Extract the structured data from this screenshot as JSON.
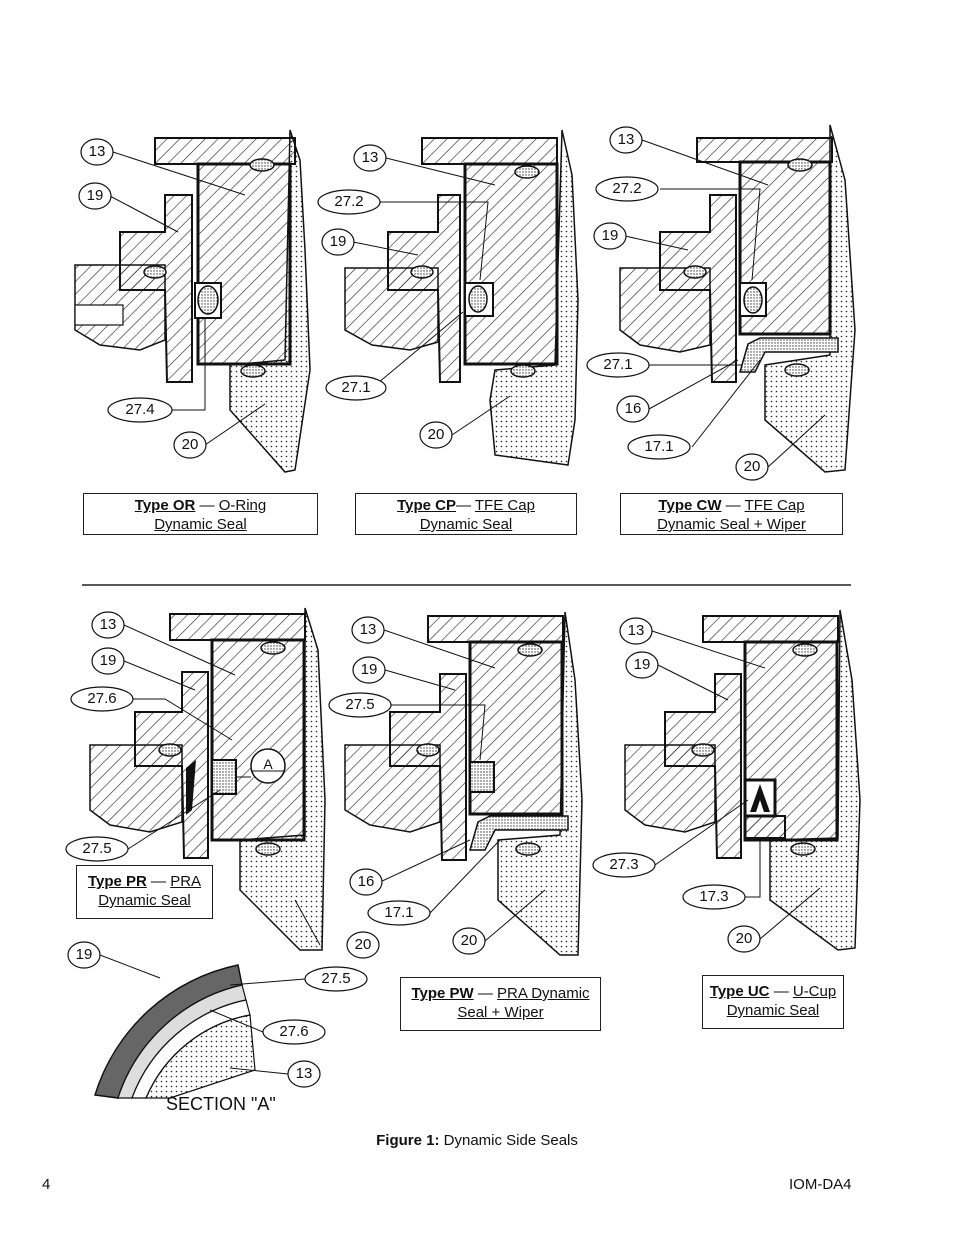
{
  "figure": {
    "label": "Figure 1:",
    "title": "Dynamic Side Seals"
  },
  "footer": {
    "page_number": "4",
    "doc_id": "IOM-DA4"
  },
  "section_label": "SECTION \"A\"",
  "detail_marker": "A",
  "panels": {
    "or": {
      "type": "Type OR",
      "sep": "—",
      "desc1": "O-Ring",
      "desc2": "Dynamic Seal",
      "callouts": [
        "13",
        "19",
        "27.4",
        "20"
      ]
    },
    "cp": {
      "type": "Type CP",
      "sep": "—",
      "desc1": "TFE Cap",
      "desc2": "Dynamic Seal",
      "callouts": [
        "13",
        "27.2",
        "19",
        "27.1",
        "20"
      ]
    },
    "cw": {
      "type": "Type CW",
      "sep": "—",
      "desc1": "TFE Cap",
      "desc2": "Dynamic Seal + Wiper",
      "callouts": [
        "13",
        "27.2",
        "19",
        "27.1",
        "16",
        "17.1",
        "20"
      ]
    },
    "pr": {
      "type": "Type PR",
      "sep": "—",
      "desc1": "PRA",
      "desc2": "Dynamic Seal",
      "callouts": [
        "13",
        "19",
        "27.6",
        "27.5"
      ]
    },
    "pw": {
      "type": "Type PW",
      "sep": "—",
      "desc1": "PRA Dynamic",
      "desc2": "Seal + Wiper",
      "callouts": [
        "13",
        "19",
        "27.5",
        "16",
        "17.1",
        "20"
      ]
    },
    "uc": {
      "type": "Type UC",
      "sep": "—",
      "desc1": "U-Cup",
      "desc2": "Dynamic Seal",
      "callouts": [
        "13",
        "19",
        "27.3",
        "17.3",
        "20"
      ]
    },
    "section": {
      "callouts": [
        "19",
        "27.5",
        "27.6",
        "13"
      ]
    },
    "pr_extra": {
      "callouts": [
        "20"
      ]
    }
  }
}
